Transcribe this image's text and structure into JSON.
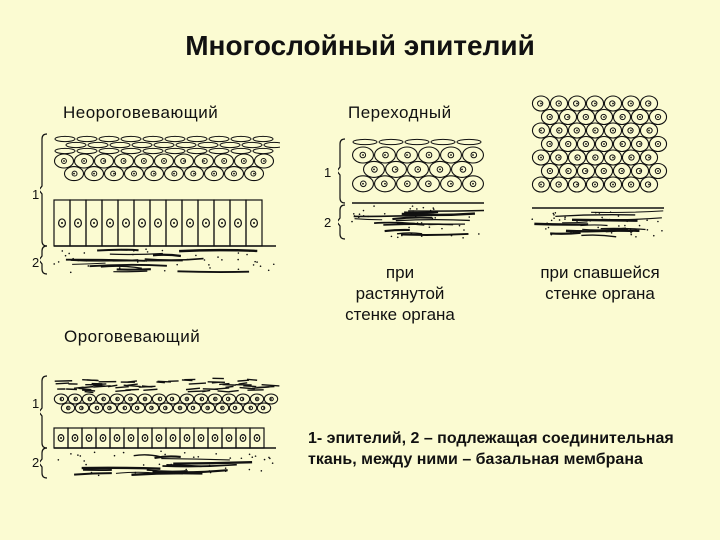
{
  "title": "Многослойный эпителий",
  "labels": {
    "nonkeratinized": "Неороговевающий",
    "transitional": "Переходный",
    "keratinized": "Ороговевающий"
  },
  "captions": {
    "stretched": "при растянутой стенке органа",
    "collapsed": "при спавшейся стенке органа"
  },
  "legend": "1- эпителий, 2 – подлежащая соединительная ткань, между ними – базальная мембрана",
  "markers": {
    "one": "1",
    "two": "2"
  },
  "colors": {
    "background": "#fbfbd2",
    "ink": "#111111"
  }
}
